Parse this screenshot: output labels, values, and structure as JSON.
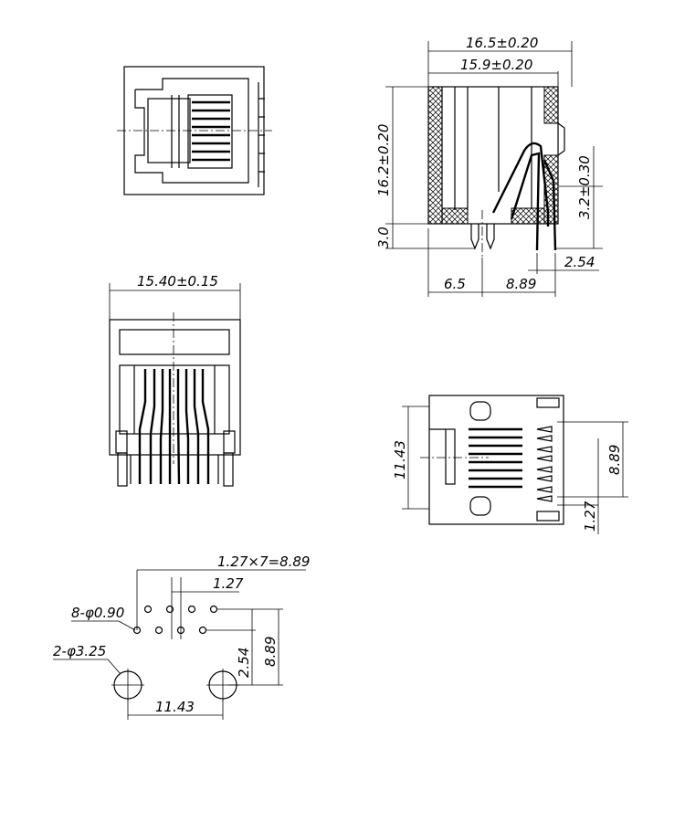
{
  "title": "RJ45 8P8C modular jack mechanical drawing",
  "dimensions": {
    "top_width_outer": "16.5±0.20",
    "top_width_inner": "15.9±0.20",
    "side_height": "16.2±0.20",
    "side_pin_length": "3.0",
    "pin_offset": "3.2±0.30",
    "pin_pitch_side": "2.54",
    "base_left": "6.5",
    "base_right": "8.89",
    "front_width": "15.40±0.15",
    "bottom_post_spacing": "11.43",
    "bottom_row_span": "8.89",
    "bottom_pitch": "1.27",
    "pcb_pitch_total": "1.27×7=8.89",
    "pcb_pitch": "1.27",
    "pcb_holes_label": "8-φ0.90",
    "pcb_posts_label": "2-φ3.25",
    "pcb_row_offset": "2.54",
    "pcb_row_span": "8.89",
    "pcb_post_spacing": "11.43"
  }
}
